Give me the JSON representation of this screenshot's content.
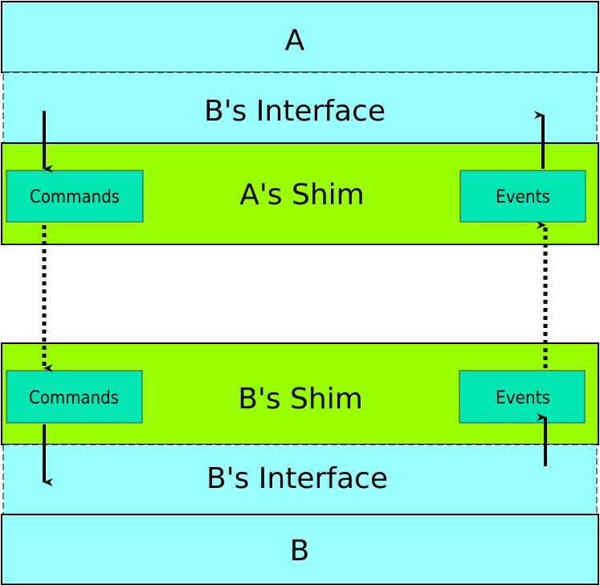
{
  "layers": {
    "a_label": "A",
    "top_interface_label": "B's Interface",
    "a_shim_label": "A's Shim",
    "b_shim_label": "B's Shim",
    "bottom_interface_label": "B's Interface",
    "b_label": "B"
  },
  "boxes": {
    "a_commands": "Commands",
    "a_events": "Events",
    "b_commands": "Commands",
    "b_events": "Events"
  },
  "colors": {
    "layer_fill": "#99ffff",
    "shim_fill": "#99ff00",
    "box_fill": "#00e6b3",
    "stroke": "#000000"
  }
}
